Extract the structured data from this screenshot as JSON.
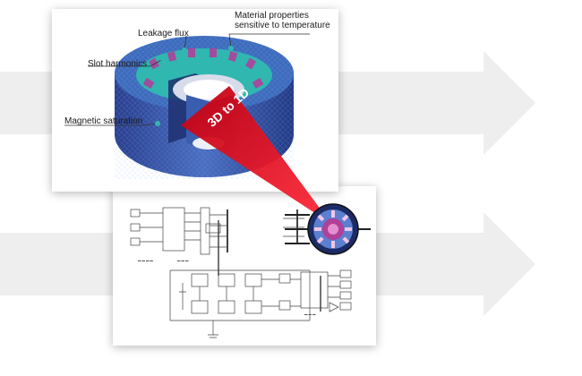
{
  "callouts": {
    "material_properties_line1": "Material properties",
    "material_properties_line2": "sensitive to temperature",
    "leakage_flux": "Leakage flux",
    "slot_harmonics": "Slot harmonics",
    "magnetic_saturation": "Magnetic saturation"
  },
  "beam_label": "3D to 1D",
  "colors": {
    "arrow_fill": "#eeeeee",
    "beam_red": "#e3001b",
    "mesh_blue": "#2d57a5",
    "mesh_teal": "#2fb7b0",
    "mesh_magenta": "#b0409a"
  },
  "icons": [
    "motor-fem-model",
    "motor-cross-section-icon",
    "simulink-schematic"
  ]
}
